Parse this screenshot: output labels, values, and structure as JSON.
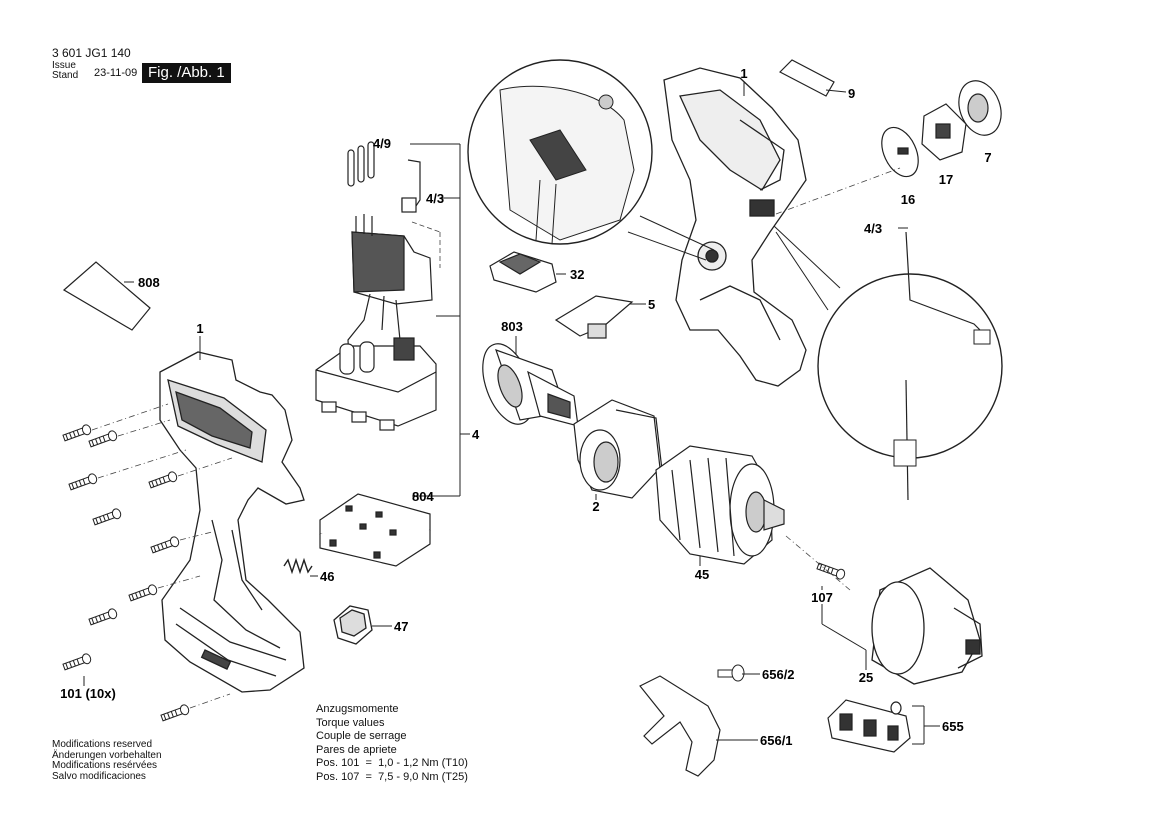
{
  "header": {
    "document_number": "3 601 JG1 140",
    "issue_label_en": "Issue",
    "issue_label_de": "Stand",
    "issue_date": "23-11-09",
    "figure_label": "Fig. /Abb. 1"
  },
  "part_labels": {
    "p1_housing": "1",
    "p1_left": "1",
    "p9": "9",
    "p7": "7",
    "p16": "16",
    "p17": "17",
    "p49": "4/9",
    "p43_top": "4/3",
    "p43_right": "4/3",
    "p808": "808",
    "p32": "32",
    "p5": "5",
    "p803": "803",
    "p4": "4",
    "p2": "2",
    "p804": "804",
    "p45": "45",
    "p46": "46",
    "p47": "47",
    "p107": "107",
    "p25": "25",
    "p101": "101 (10x)",
    "p656_2": "656/2",
    "p656_1": "656/1",
    "p655": "655"
  },
  "notes": [
    "Modifications reserved",
    "Änderungen vorbehalten",
    "Modifications resérvées",
    "Salvo modificaciones"
  ],
  "torque": {
    "lines": [
      "Anzugsmomente",
      "Torque values",
      "Couple de serrage",
      "Pares de apriete"
    ],
    "pos101": "Pos. 101  =  1,0 - 1,2 Nm (T10)",
    "pos107": "Pos. 107  =  7,5 - 9,0 Nm (T25)"
  }
}
